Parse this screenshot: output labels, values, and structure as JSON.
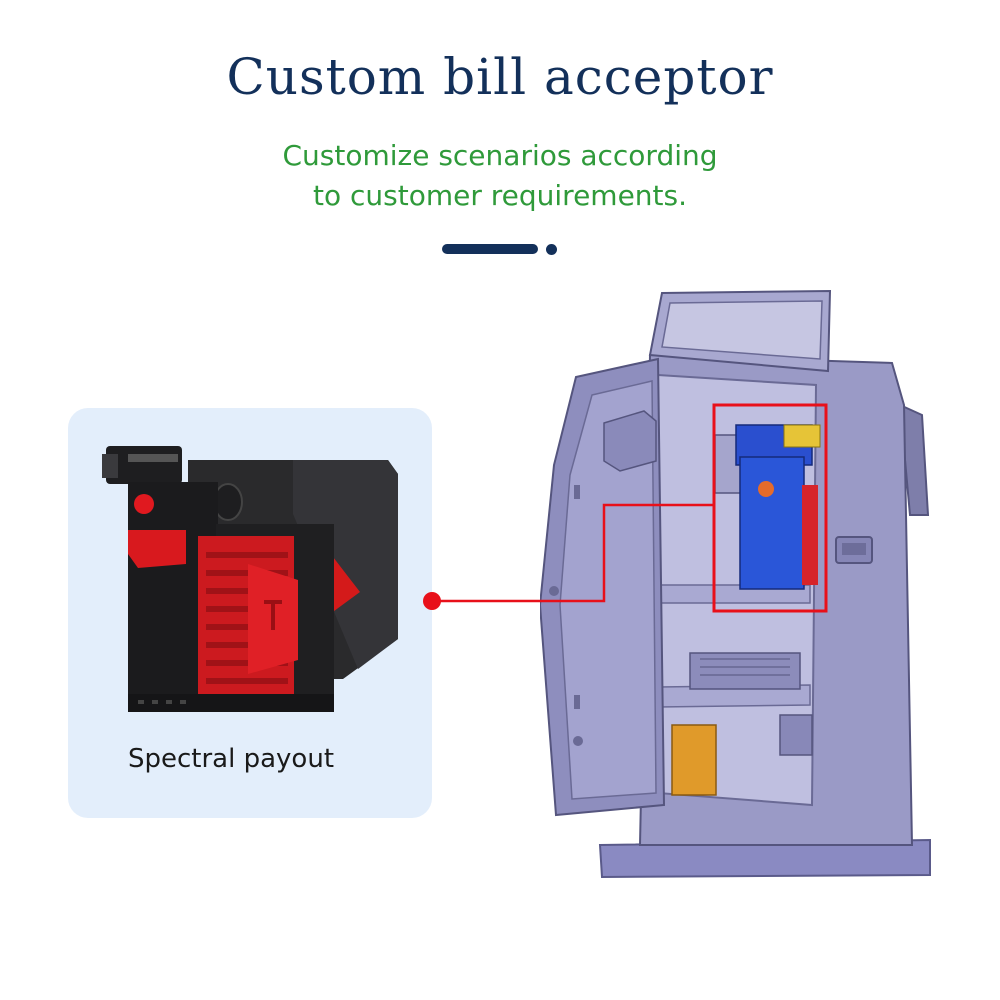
{
  "header": {
    "title": "Custom bill acceptor",
    "subtitle_line1": "Customize scenarios according",
    "subtitle_line2": "to customer requirements."
  },
  "card": {
    "label": "Spectral payout"
  },
  "colors": {
    "title": "#13305a",
    "subtitle": "#2f9a3a",
    "card_bg": "#e3eefb",
    "connector": "#e8101a",
    "kiosk_body": "#8c8cb8"
  },
  "icons": {
    "device": "bill-acceptor-photo",
    "kiosk": "kiosk-cabinet-diagram"
  }
}
